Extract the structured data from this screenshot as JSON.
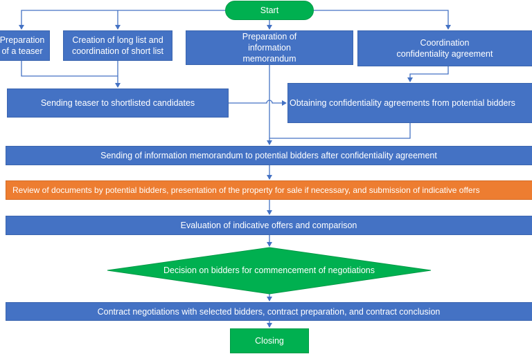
{
  "diagram": {
    "start": "Start",
    "prep_teaser": "Preparation of a teaser",
    "long_list": "Creation of long list and coordination of short list",
    "prep_memo": "Preparation of information memorandum",
    "coord_conf": "Coordination confidentiality agreement",
    "send_teaser": "Sending teaser to shortlisted candidates",
    "obtain_conf": "Obtaining confidentiality agreements from potential bidders",
    "send_memo": "Sending of information memorandum to potential bidders after confidentiality agreement",
    "review": "Review of documents by potential bidders, presentation of the property for sale if necessary, and submission of indicative offers",
    "evaluation": "Evaluation of indicative offers and comparison",
    "decision": "Decision on bidders for commencement of negotiations",
    "contract": "Contract negotiations with selected bidders, contract preparation, and contract conclusion",
    "closing": "Closing"
  },
  "colors": {
    "process": "#4472C4",
    "highlight": "#ED7D31",
    "terminal": "#00B050",
    "connector": "#4472C4"
  }
}
